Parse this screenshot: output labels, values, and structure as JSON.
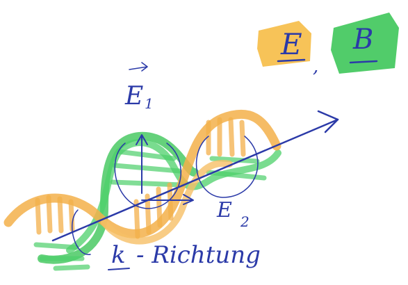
{
  "colors": {
    "ink": "#2b3aa8",
    "e_field": "#f2b040",
    "b_field": "#3ec65a",
    "background": "#ffffff"
  },
  "legend": {
    "e_label": "E",
    "separator": ",",
    "b_label": "B"
  },
  "labels": {
    "e1_vector": "E",
    "e1_subscript": "1",
    "e2_vector": "E",
    "e2_subscript": "2",
    "direction_symbol": "k",
    "direction_text": "- Richtung"
  },
  "icons": [
    "arrow-right-icon"
  ]
}
